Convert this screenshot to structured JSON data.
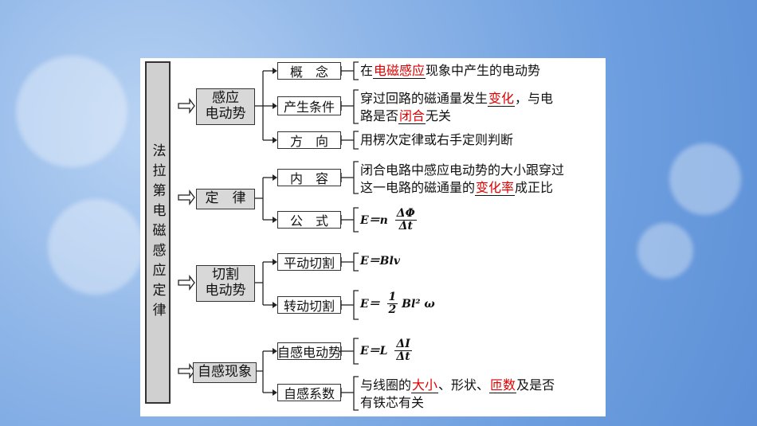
{
  "root": "法拉第电磁感应定律",
  "branches": [
    {
      "label": "感应\n电动势",
      "items": [
        {
          "label": "概　念",
          "desc_parts": [
            "在",
            "电磁感应",
            "现象中产生的电动势"
          ]
        },
        {
          "label": "产生条件",
          "desc_line1": [
            "穿过回路的磁通量发生",
            "变化",
            "，与电"
          ],
          "desc_line2": [
            "路是否",
            "闭合",
            "无关"
          ]
        },
        {
          "label": "方　向",
          "desc": "用楞次定律或右手定则判断"
        }
      ]
    },
    {
      "label": "定　律",
      "items": [
        {
          "label": "内　容",
          "desc_line1": "闭合电路中感应电动势的大小跟穿过",
          "desc_line2": [
            "这一电路的磁通量的",
            "变化率",
            "成正比"
          ]
        },
        {
          "label": "公　式",
          "formula_prefix": "E＝n",
          "num": "ΔΦ",
          "den": "Δt"
        }
      ]
    },
    {
      "label": "切割\n电动势",
      "items": [
        {
          "label": "平动切割",
          "formula": "E＝Blv"
        },
        {
          "label": "转动切割",
          "formula_prefix": "E＝",
          "num": "1",
          "den": "2",
          "formula_suffix": "Bl² ω"
        }
      ]
    },
    {
      "label": "自感现象",
      "items": [
        {
          "label": "自感电动势",
          "formula_prefix": "E＝L",
          "num": "ΔI",
          "den": "Δt"
        },
        {
          "label": "自感系数",
          "desc_line1": [
            "与线圈的",
            "大小",
            "、形状、",
            "匝数",
            "及是否"
          ],
          "desc_line2": "有铁芯有关"
        }
      ]
    }
  ],
  "colors": {
    "highlight": "#dd0000",
    "box_fill": "#d8d8d8"
  }
}
